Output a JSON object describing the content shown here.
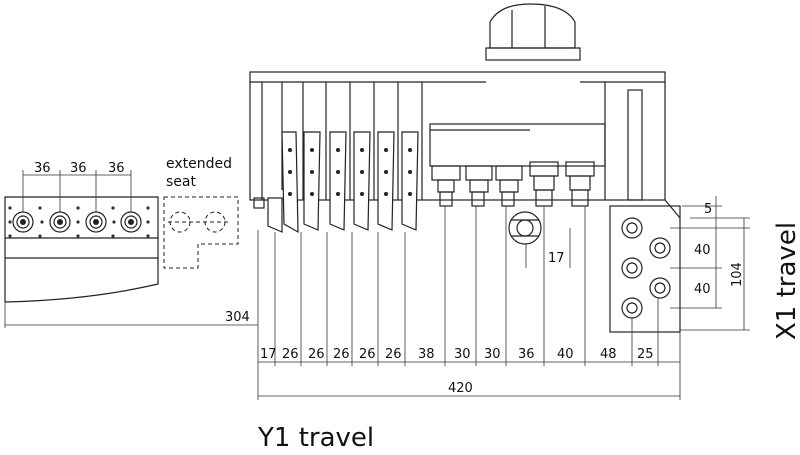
{
  "labels": {
    "extended_line1": "extended",
    "extended_line2": "seat",
    "y1_travel": "Y1 travel",
    "x1_travel": "X1 travel"
  },
  "dimensions": {
    "top_pitch": [
      "36",
      "36",
      "36"
    ],
    "overall_left": "304",
    "bottom_chain": [
      "17",
      "26",
      "26",
      "26",
      "26",
      "26",
      "38",
      "30",
      "30",
      "36",
      "40",
      "48",
      "25"
    ],
    "overall_bottom": "420",
    "right_chain": [
      "5",
      "40",
      "40"
    ],
    "right_total": "104",
    "center_offset": "17"
  }
}
